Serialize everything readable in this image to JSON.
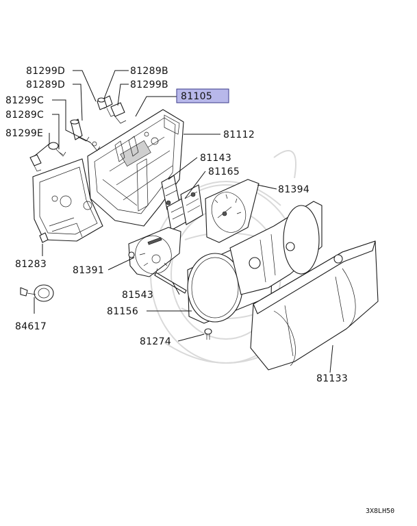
{
  "parts": {
    "p81299D": "81299D",
    "p81289B": "81289B",
    "p81289D": "81289D",
    "p81299B": "81299B",
    "p81299C": "81299C",
    "p81105": "81105",
    "p81289C": "81289C",
    "p81112": "81112",
    "p81299E": "81299E",
    "p81143": "81143",
    "p81165": "81165",
    "p81394": "81394",
    "p81283": "81283",
    "p81391": "81391",
    "p81543": "81543",
    "p84617": "84617",
    "p81156": "81156",
    "p81274": "81274",
    "p81133": "81133"
  },
  "highlight_color": "#b8b8ea",
  "diagram_code": "3X8LH50"
}
